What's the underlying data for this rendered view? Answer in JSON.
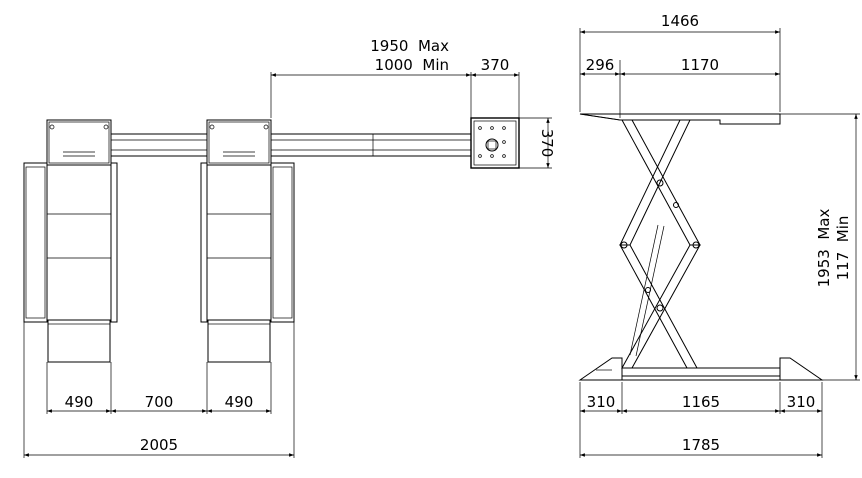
{
  "dimensions": {
    "pad_width_left": "490",
    "pad_gap": "700",
    "pad_width_right": "490",
    "overall_width": "2005",
    "extension_max": "1950  Max",
    "extension_min": "1000  Min",
    "console_width": "370",
    "console_height": "370",
    "side_length": "1466",
    "side_offset": "296",
    "side_platform": "1170",
    "height_max": "1953  Max",
    "height_min": "117  Min",
    "base_ramp_left": "310",
    "base_middle": "1165",
    "base_ramp_right": "310",
    "base_overall": "1785"
  }
}
